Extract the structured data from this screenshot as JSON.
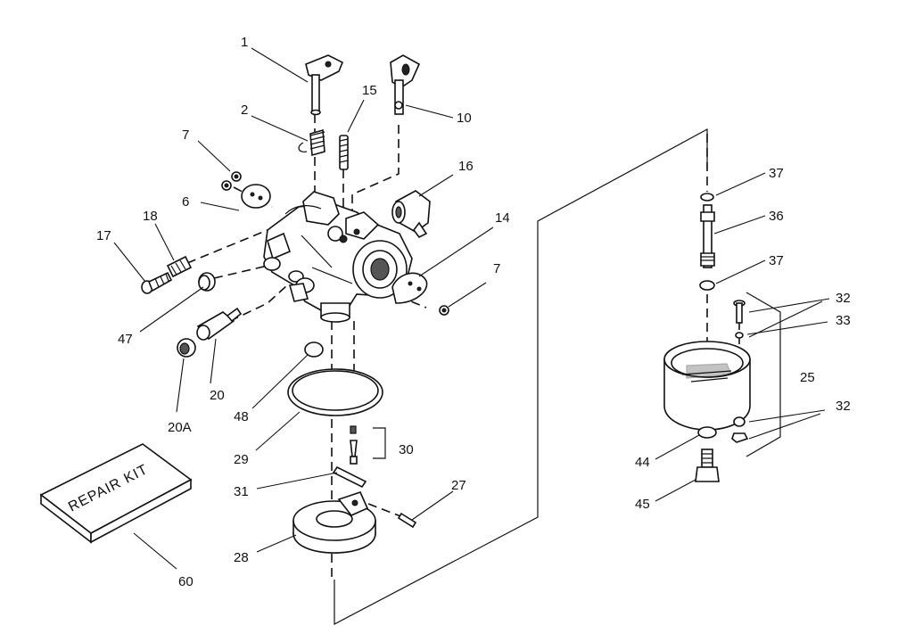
{
  "callouts": [
    {
      "id": "p1",
      "label": "1"
    },
    {
      "id": "p2",
      "label": "2"
    },
    {
      "id": "p15",
      "label": "15"
    },
    {
      "id": "p10",
      "label": "10"
    },
    {
      "id": "p7a",
      "label": "7"
    },
    {
      "id": "p16",
      "label": "16"
    },
    {
      "id": "p6",
      "label": "6"
    },
    {
      "id": "p18",
      "label": "18"
    },
    {
      "id": "p17",
      "label": "17"
    },
    {
      "id": "p14",
      "label": "14"
    },
    {
      "id": "p7b",
      "label": "7"
    },
    {
      "id": "p47",
      "label": "47"
    },
    {
      "id": "p20",
      "label": "20"
    },
    {
      "id": "p48",
      "label": "48"
    },
    {
      "id": "p20a",
      "label": "20A"
    },
    {
      "id": "p29",
      "label": "29"
    },
    {
      "id": "p30",
      "label": "30"
    },
    {
      "id": "p31",
      "label": "31"
    },
    {
      "id": "p27",
      "label": "27"
    },
    {
      "id": "p28",
      "label": "28"
    },
    {
      "id": "p60",
      "label": "60"
    },
    {
      "id": "p37a",
      "label": "37"
    },
    {
      "id": "p36",
      "label": "36"
    },
    {
      "id": "p37b",
      "label": "37"
    },
    {
      "id": "p32a",
      "label": "32"
    },
    {
      "id": "p33",
      "label": "33"
    },
    {
      "id": "p25",
      "label": "25"
    },
    {
      "id": "p32b",
      "label": "32"
    },
    {
      "id": "p44",
      "label": "44"
    },
    {
      "id": "p45",
      "label": "45"
    }
  ],
  "repair_kit_text": "REPAIR KIT",
  "colors": {
    "ink": "#111111",
    "background": "#ffffff"
  }
}
